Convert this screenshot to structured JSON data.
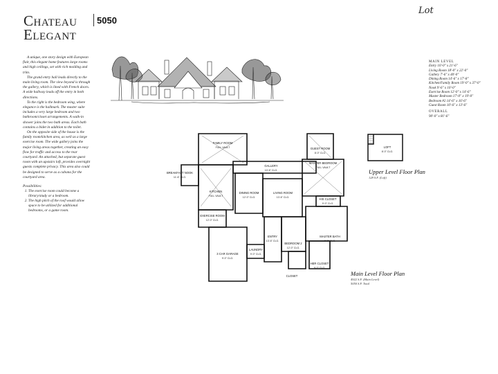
{
  "title": {
    "line1": "Chateau",
    "line2": "Elegant"
  },
  "plan_number": "5050",
  "handwritten_note": "Lot",
  "description": [
    "A unique, one story design with European flair, this elegant home features large rooms and high ceilings, set with rich molding and trim.",
    "The grand entry hall leads directly to the main living room. The view beyond is through the gallery, which is lined with French doors. A wide hallway leads off the entry in both directions.",
    "To the right is the bedroom wing, where elegance is the hallmark. The master suite includes a very large bedroom and two bathroom/closet arrangements. A walk-in shower joins the two bath areas. Each bath contains a bidet in addition to the toilet.",
    "On the opposite side of the house is the family room/kitchen area, as well as a large exercise room. The wide gallery joins the major living areas together, creating an easy flow for traffic and access to the rear courtyard. An attached, but separate guest room with an upstairs loft, provides overnight guests complete privacy. This area also could be designed to serve as a cabana for the courtyard area."
  ],
  "possibilities": {
    "heading": "Possibilities:",
    "items": [
      "The exercise room could become a library/study or a bedroom.",
      "The high pitch of the roof would allow space to be utilized for additional bedrooms, or a game room."
    ]
  },
  "specs": {
    "main_heading": "MAIN LEVEL",
    "rooms": [
      "Entry 10'-0\" x 21'-6\"",
      "Living Room 18'-0\" x 22'-0\"",
      "Gallery 7'-6\" x 40'-0\"",
      "Dining Room 14'-6\" x 17'-8\"",
      "Kitchen/Family Room 19'-0\" x 37'-0\"",
      "Nook 9'-6\" x 10'-0\"",
      "Exercise Room 12'-0\" x 14'-6\"",
      "Master Bedroom 17'-0\" x 19'-0\"",
      "Bedroom #2 14'-6\" x 16'-6\"",
      "Guest Room 10'-6\" x 13'-6\""
    ],
    "overall_heading": "OVERALL",
    "overall": "90'-0\" x 81'-6\""
  },
  "upper_plan": {
    "caption": "Upper Level Floor Plan",
    "sub": "128 S.F. (Loft)",
    "loft_label": "LOFT",
    "loft_sub": "8'-0\" CLG."
  },
  "main_plan": {
    "caption": "Main Level Floor Plan",
    "sub1": "4922 S.F. (Main Level)",
    "sub2": "5050 S.F. Total"
  },
  "rooms": {
    "family": {
      "name": "FAMILY ROOM",
      "sub": "FULL VAULT"
    },
    "breakfast": {
      "name": "BREAKFAST NOOK",
      "sub": "11'-6\" CLG."
    },
    "kitchen": {
      "name": "KITCHEN",
      "sub": "FULL VAULT"
    },
    "gallery": {
      "name": "GALLERY",
      "sub": "10'-6\" CLG."
    },
    "dining": {
      "name": "DINING ROOM",
      "sub": "12'-0\" CLG."
    },
    "living": {
      "name": "LIVING ROOM",
      "sub": "13'-6\" CLG."
    },
    "guest": {
      "name": "GUEST ROOM",
      "sub": "8'-0\" CLG."
    },
    "master": {
      "name": "MASTER BEDROOM",
      "sub": "FULL VAULT"
    },
    "his_closet": {
      "name": "HIS CLOSET",
      "sub": "9'-0\" CLG."
    },
    "exercise": {
      "name": "EXERCISE ROOM",
      "sub": "12'-0\" CLG."
    },
    "garage": {
      "name": "3 CAR GARAGE",
      "sub": "9'-0\" CLG."
    },
    "entry": {
      "name": "ENTRY",
      "sub": "13'-6\" CLG."
    },
    "laundry": {
      "name": "LAUNDRY",
      "sub": "9'-0\" CLG."
    },
    "bedroom2": {
      "name": "BEDROOM 2",
      "sub": "12'-0\" CLG."
    },
    "master_bath": {
      "name": "MASTER BATH",
      "sub": "9'-0\" CLG."
    },
    "her_closet": {
      "name": "HER CLOSET",
      "sub": "9'-0\" CLG."
    },
    "closet": {
      "name": "CLOSET"
    }
  }
}
